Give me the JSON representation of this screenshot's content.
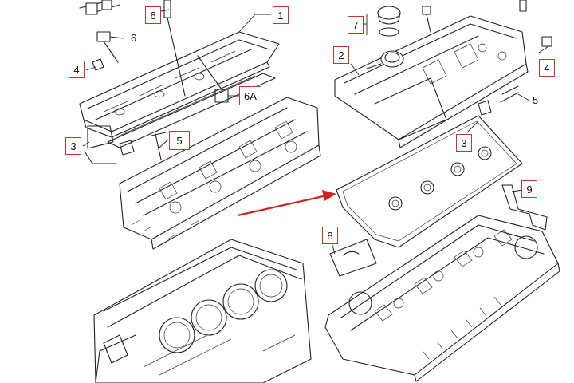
{
  "labels": {
    "l1": "1",
    "l2": "2",
    "l3a": "3",
    "l3b": "3",
    "l4a": "4",
    "l4b": "4",
    "l5a": "5",
    "l5b": "5",
    "l6a": "6",
    "l6b": "6",
    "l6A": "6A",
    "l7": "7",
    "l8": "8",
    "l9": "9"
  },
  "colors": {
    "callout_border": "#c0392b",
    "arrow": "#d62020",
    "ink": "#222222"
  }
}
